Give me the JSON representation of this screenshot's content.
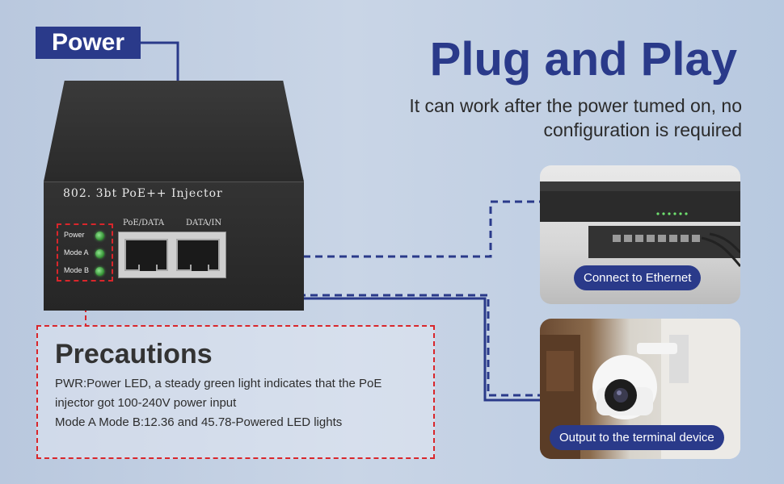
{
  "power_label": "Power",
  "headline": "Plug and Play",
  "subline": "It can work after the power tumed on, no configuration is required",
  "device": {
    "title": "802. 3bt PoE++ Injector",
    "port_poe": "PoE/DATA",
    "port_data": "DATA/IN",
    "leds": [
      "Power",
      "Mode A",
      "Mode B"
    ]
  },
  "precautions": {
    "title": "Precautions",
    "lines": [
      "PWR:Power LED, a steady green light indicates that the PoE",
      "injector got 100-240V power input",
      "Mode A Mode B:12.36 and 45.78-Powered LED lights"
    ]
  },
  "cards": {
    "ethernet": "Connect to Ethernet",
    "terminal": "Output to the terminal device"
  },
  "colors": {
    "brand_blue": "#2a3a8a",
    "dash_red": "#d9262b",
    "led_green": "#4caf50"
  }
}
